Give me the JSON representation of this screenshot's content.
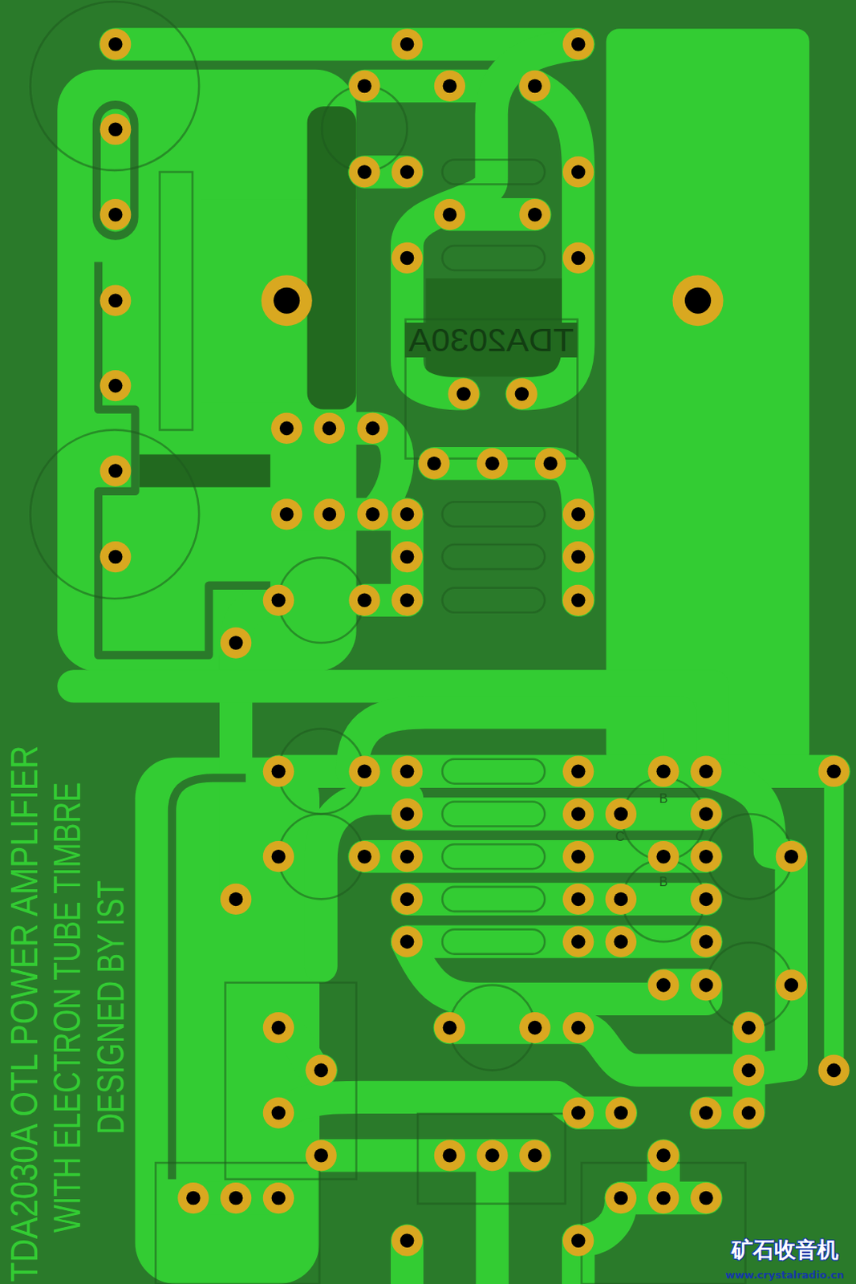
{
  "diagram": {
    "labels": [
      "TDA2030A OTL POWER AMPLIFIER",
      "WITH ELECTRON TUBE TIMBRE",
      "DESIGNED BY IST",
      "TDA2030A",
      "B",
      "C",
      "B",
      "矿石收音机",
      "www.crystalradio.cn"
    ]
  }
}
